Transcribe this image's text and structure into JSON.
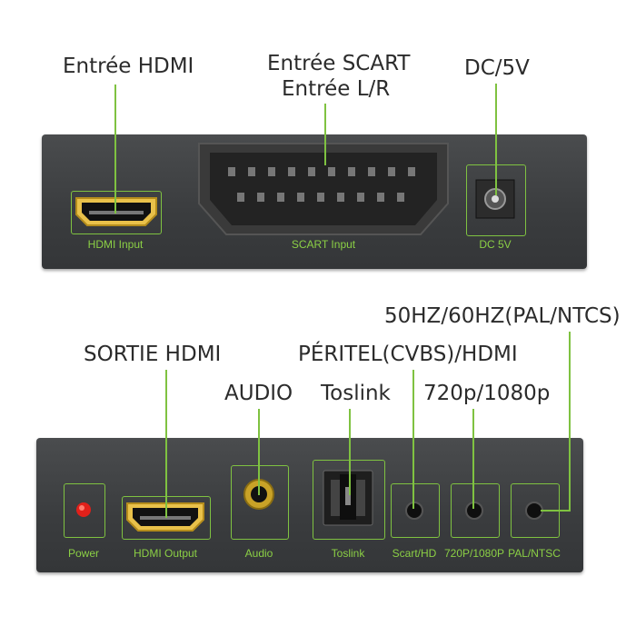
{
  "callouts": {
    "hdmi_in": "Entrée HDMI",
    "scart_in_1": "Entrée SCART",
    "scart_in_2": "Entrée L/R",
    "dc": "DC/5V",
    "hz": "50HZ/60HZ(PAL/NTCS)",
    "hdmi_out": "SORTIE HDMI",
    "peritel": "PÉRITEL(CVBS)/HDMI",
    "audio": "AUDIO",
    "toslink": "Toslink",
    "resolution": "720p/1080p"
  },
  "top_panel": {
    "hdmi_input": "HDMI Input",
    "scart_input": "SCART Input",
    "dc_5v": "DC 5V"
  },
  "bottom_panel": {
    "power": "Power",
    "hdmi_output": "HDMI Output",
    "audio": "Audio",
    "toslink": "Toslink",
    "scart_hd": "Scart/HD",
    "res_switch": "720P/1080P",
    "pal_ntsc": "PAL/NTSC"
  },
  "colors": {
    "accent": "#7fc241",
    "panel": "#3e4042",
    "power_led": "#e0201a",
    "audio_gold": "#c9a227"
  }
}
